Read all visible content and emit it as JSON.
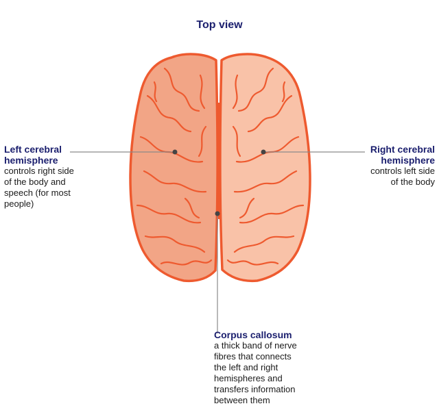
{
  "title": "Top view",
  "labels": {
    "left": {
      "title": "Left cerebral hemisphere",
      "title_line1": "Left cerebral",
      "title_line2": "hemisphere",
      "desc_lines": [
        "controls right side",
        "of the body and",
        "speech (for most",
        "people)"
      ]
    },
    "right": {
      "title_line1": "Right cerebral",
      "title_line2": "hemisphere",
      "desc_lines": [
        "controls left side",
        "of the body"
      ]
    },
    "bottom": {
      "title": "Corpus callosum",
      "desc_lines": [
        "a thick band of nerve",
        "fibres that connects",
        "the left and right",
        "hemispheres and",
        "transfers information",
        "between them"
      ]
    }
  },
  "colors": {
    "title": "#1b1f6e",
    "left_hemisphere": "#f2a586",
    "right_hemisphere": "#f9c2a8",
    "outline": "#ee5a2f",
    "callosum": "#ee5a2f",
    "leader": "#8a8a8a"
  }
}
